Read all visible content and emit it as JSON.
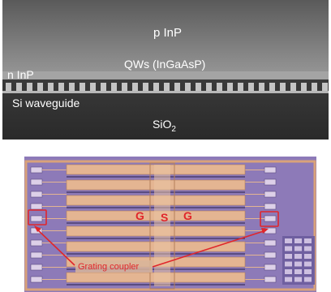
{
  "sem": {
    "p_inp": "p InP",
    "qws": "QWs (InGaAsP)",
    "n_inp": "n InP",
    "si_waveguide": "Si waveguide",
    "sio2_base": "SiO",
    "sio2_sub": "2"
  },
  "chip": {
    "label_g_left": "G",
    "label_s": "S",
    "label_g_right": "G",
    "grating_coupler": "Grating coupler"
  },
  "colors": {
    "chip_background": "#8d7ab8",
    "electrode": "#e4b592",
    "annotation": "#e0262b"
  }
}
